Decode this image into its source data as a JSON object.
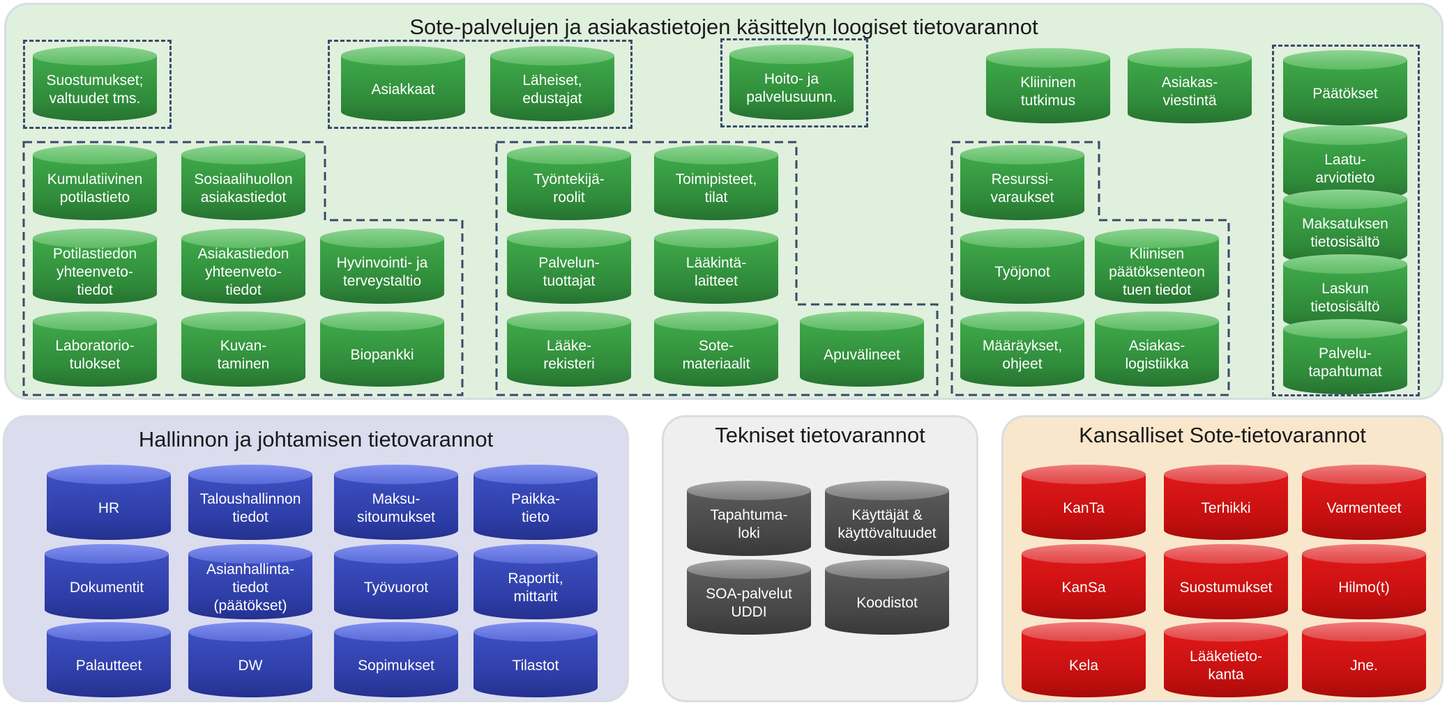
{
  "colors": {
    "green": "#2f8a3a",
    "blue": "#2d3da6",
    "grey": "#454545",
    "red": "#c40f0f"
  },
  "sote": {
    "title": "Sote-palvelujen ja asiakastietojen käsittelyn loogiset tietovarannot",
    "items": [
      "Suostumukset;\nvaltuudet tms.",
      "Asiakkaat",
      "Läheiset,\nedustajat",
      "Hoito- ja\npalvelusuunn.",
      "Kliininen\ntutkimus",
      "Asiakas-\nviestintä",
      "Päätökset",
      "Kumulatiivinen\npotilastieto",
      "Sosiaalihuollon\nasiakastiedot",
      "Työntekijä-\nroolit",
      "Toimipisteet,\ntilat",
      "Resurssi-\nvaraukset",
      "Laatu-\narviotieto",
      "Potilastiedon\nyhteenveto-\ntiedot",
      "Asiakastiedon\nyhteenveto-\ntiedot",
      "Hyvinvointi- ja\nterveystaltio",
      "Palvelun-\ntuottajat",
      "Lääkintä-\nlaitteet",
      "Työjonot",
      "Kliinisen\npäätöksenteon\ntuen tiedot",
      "Maksatuksen\ntietosisältö",
      "Laskun\ntietosisältö",
      "Laboratorio-\ntulokset",
      "Kuvan-\ntaminen",
      "Biopankki",
      "Lääke-\nrekisteri",
      "Sote-\nmateriaalit",
      "Apuvälineet",
      "Määräykset,\nohjeet",
      "Asiakas-\nlogistiikka",
      "Palvelu-\ntapahtumat"
    ]
  },
  "hallinto": {
    "title": "Hallinnon ja johtamisen tietovarannot",
    "items": [
      "HR",
      "Taloushallinnon\ntiedot",
      "Maksu-\nsitoumukset",
      "Paikka-\ntieto",
      "Dokumentit",
      "Asianhallinta-\ntiedot\n(päätökset)",
      "Työvuorot",
      "Raportit,\nmittarit",
      "Palautteet",
      "DW",
      "Sopimukset",
      "Tilastot"
    ]
  },
  "tekniset": {
    "title": "Tekniset tietovarannot",
    "items": [
      "Tapahtuma-\nloki",
      "Käyttäjät &\nkäyttövaltuudet",
      "SOA-palvelut\nUDDI",
      "Koodistot"
    ]
  },
  "kansalliset": {
    "title": "Kansalliset Sote-tietovarannot",
    "items": [
      "KanTa",
      "Terhikki",
      "Varmenteet",
      "KanSa",
      "Suostumukset",
      "Hilmo(t)",
      "Kela",
      "Lääketieto-\nkanta",
      "Jne."
    ]
  }
}
